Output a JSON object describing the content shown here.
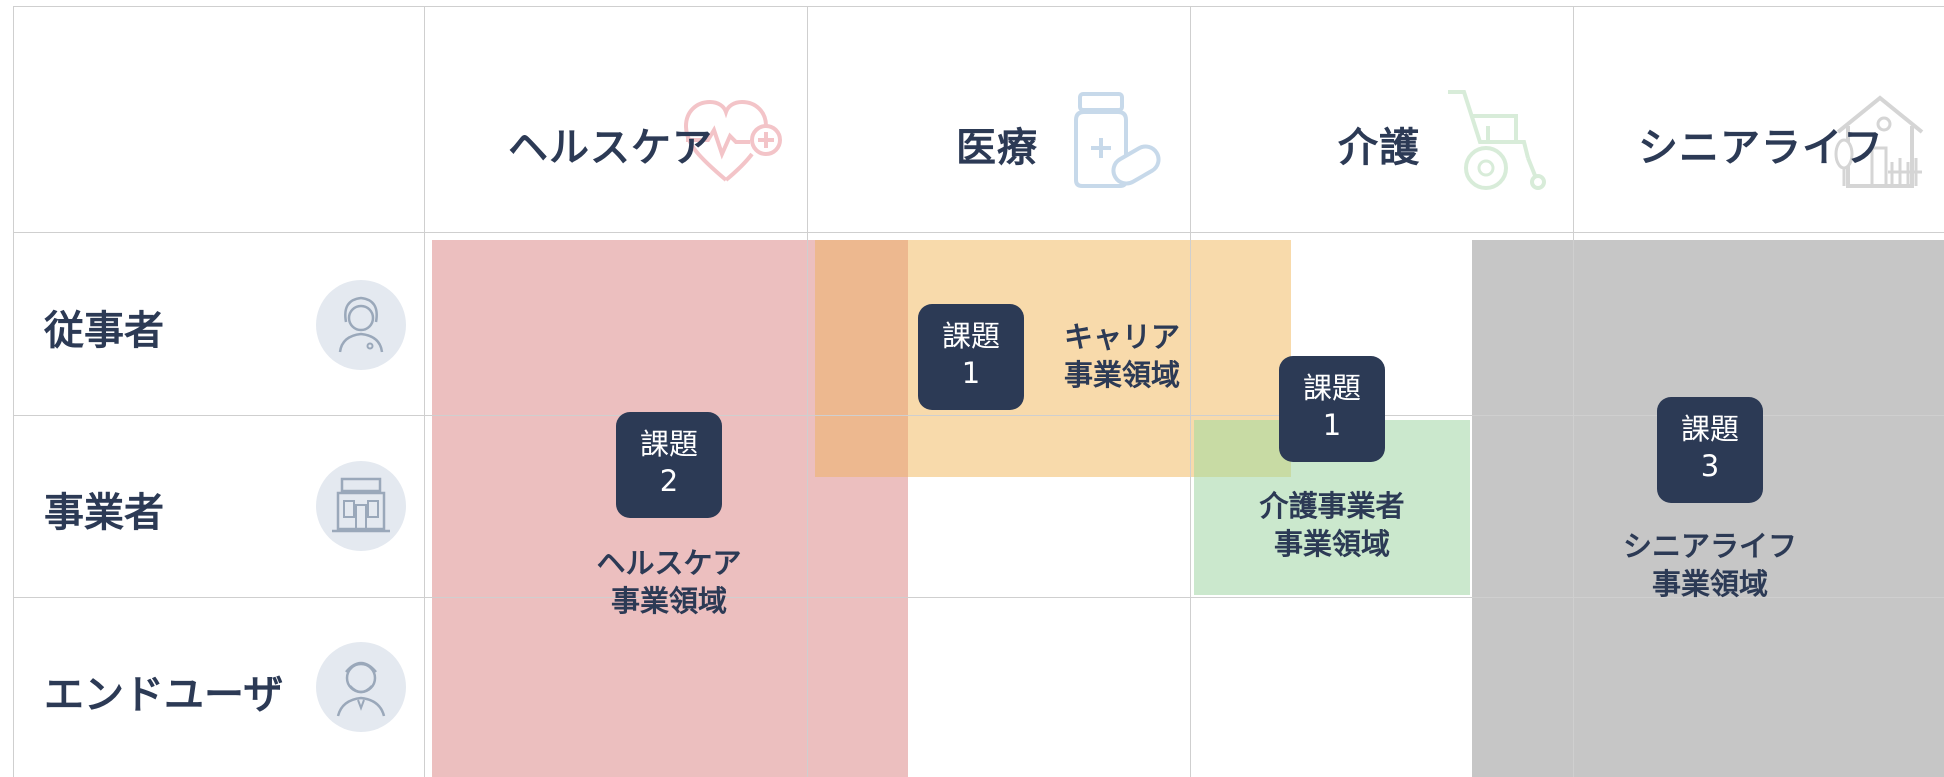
{
  "columns": [
    "ヘルスケア",
    "医療",
    "介護",
    "シニアライフ"
  ],
  "rows": [
    "従事者",
    "事業者",
    "エンドユーザ"
  ],
  "header_icons": [
    "heart-pulse-icon",
    "medicine-bottle-icon",
    "wheelchair-icon",
    "house-icon"
  ],
  "row_icons": [
    "worker-avatar-icon",
    "building-icon",
    "elderly-man-icon"
  ],
  "colors": {
    "text": "#2c3a55",
    "badge": "#2c3a55",
    "healthcare_zone": "#ecbfbf",
    "career_zone": "#f3c478",
    "kaigo_zone": "#cbe8cd",
    "senior_zone": "#c6c6c6",
    "grid": "#cfcfcf"
  },
  "zones": {
    "healthcare": {
      "badge_word": "課題",
      "badge_num": "2",
      "label_line1": "ヘルスケア",
      "label_line2": "事業領域"
    },
    "career": {
      "badge_word": "課題",
      "badge_num": "1",
      "label_line1": "キャリア",
      "label_line2": "事業領域"
    },
    "kaigo": {
      "badge_word": "課題",
      "badge_num": "1",
      "label_line1": "介護事業者",
      "label_line2": "事業領域"
    },
    "senior": {
      "badge_word": "課題",
      "badge_num": "3",
      "label_line1": "シニアライフ",
      "label_line2": "事業領域"
    }
  }
}
